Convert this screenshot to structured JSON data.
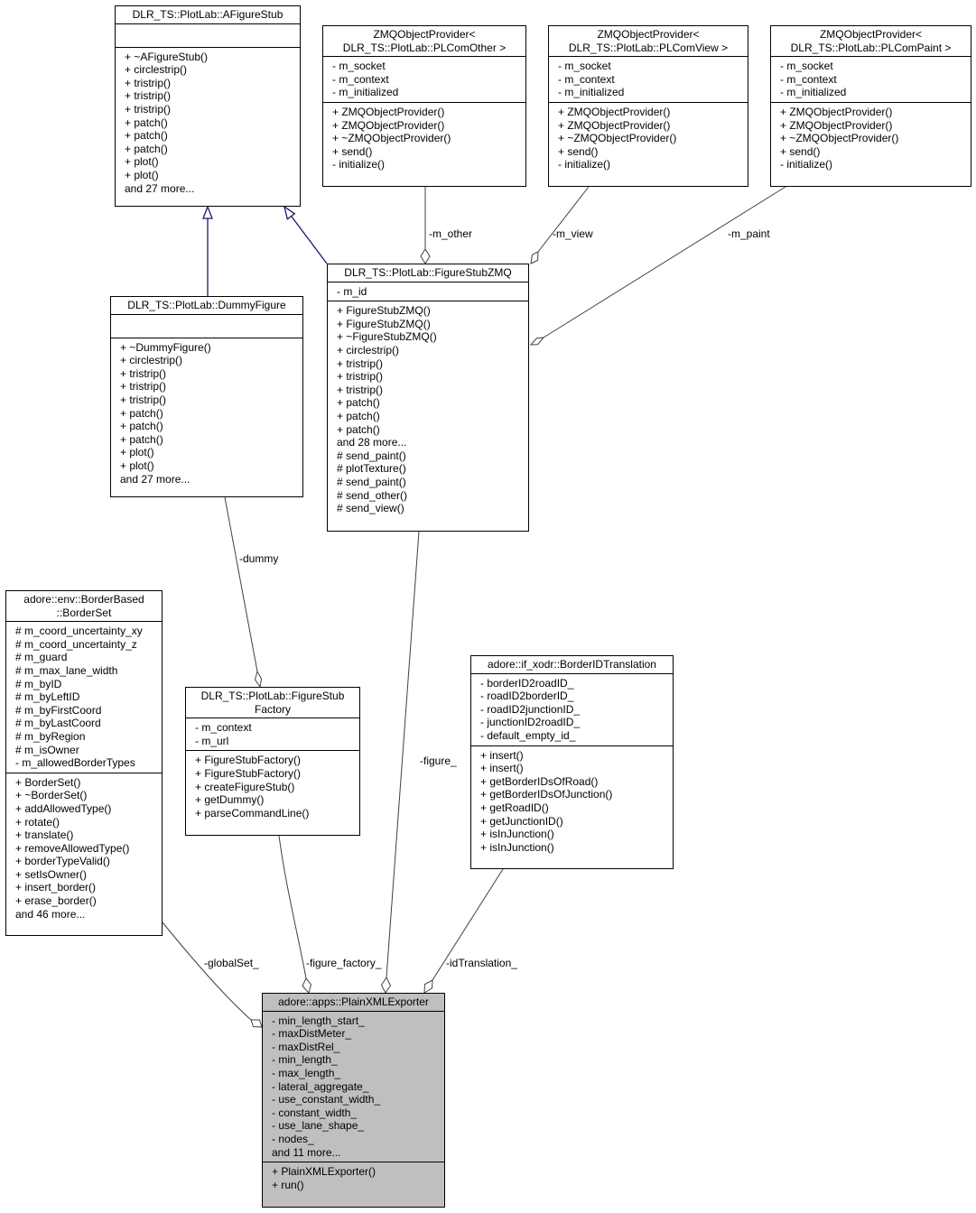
{
  "classes": {
    "afigurestub": {
      "title": [
        "DLR_TS::PlotLab::AFigureStub"
      ],
      "attrs": [],
      "methods": [
        "+ ~AFigureStub()",
        "+ circlestrip()",
        "+ tristrip()",
        "+ tristrip()",
        "+ tristrip()",
        "+ patch()",
        "+ patch()",
        "+ patch()",
        "+ plot()",
        "+ plot()",
        "and 27 more..."
      ]
    },
    "zmq_other": {
      "title": [
        "ZMQObjectProvider<",
        "DLR_TS::PlotLab::PLComOther >"
      ],
      "attrs": [
        "- m_socket",
        "- m_context",
        "- m_initialized"
      ],
      "methods": [
        "+ ZMQObjectProvider()",
        "+ ZMQObjectProvider()",
        "+ ~ZMQObjectProvider()",
        "+ send()",
        "- initialize()"
      ]
    },
    "zmq_view": {
      "title": [
        "ZMQObjectProvider<",
        "DLR_TS::PlotLab::PLComView >"
      ],
      "attrs": [
        "- m_socket",
        "- m_context",
        "- m_initialized"
      ],
      "methods": [
        "+ ZMQObjectProvider()",
        "+ ZMQObjectProvider()",
        "+ ~ZMQObjectProvider()",
        "+ send()",
        "- initialize()"
      ]
    },
    "zmq_paint": {
      "title": [
        "ZMQObjectProvider<",
        "DLR_TS::PlotLab::PLComPaint >"
      ],
      "attrs": [
        "- m_socket",
        "- m_context",
        "- m_initialized"
      ],
      "methods": [
        "+ ZMQObjectProvider()",
        "+ ZMQObjectProvider()",
        "+ ~ZMQObjectProvider()",
        "+ send()",
        "- initialize()"
      ]
    },
    "figurestubzmq": {
      "title": [
        "DLR_TS::PlotLab::FigureStubZMQ"
      ],
      "attrs": [
        "- m_id"
      ],
      "methods": [
        "+ FigureStubZMQ()",
        "+ FigureStubZMQ()",
        "+ ~FigureStubZMQ()",
        "+ circlestrip()",
        "+ tristrip()",
        "+ tristrip()",
        "+ tristrip()",
        "+ patch()",
        "+ patch()",
        "+ patch()",
        "and 28 more...",
        "# send_paint()",
        "# plotTexture()",
        "# send_paint()",
        "# send_other()",
        "# send_view()"
      ]
    },
    "dummyfigure": {
      "title": [
        "DLR_TS::PlotLab::DummyFigure"
      ],
      "attrs": [],
      "methods": [
        "+ ~DummyFigure()",
        "+ circlestrip()",
        "+ tristrip()",
        "+ tristrip()",
        "+ tristrip()",
        "+ patch()",
        "+ patch()",
        "+ patch()",
        "+ plot()",
        "+ plot()",
        "and 27 more..."
      ]
    },
    "borderset": {
      "title": [
        "adore::env::BorderBased",
        "::BorderSet"
      ],
      "attrs": [
        "# m_coord_uncertainty_xy",
        "# m_coord_uncertainty_z",
        "# m_guard",
        "# m_max_lane_width",
        "# m_byID",
        "# m_byLeftID",
        "# m_byFirstCoord",
        "# m_byLastCoord",
        "# m_byRegion",
        "# m_isOwner",
        "- m_allowedBorderTypes"
      ],
      "methods": [
        "+ BorderSet()",
        "+ ~BorderSet()",
        "+ addAllowedType()",
        "+ rotate()",
        "+ translate()",
        "+ removeAllowedType()",
        "+ borderTypeValid()",
        "+ setIsOwner()",
        "+ insert_border()",
        "+ erase_border()",
        "and 46 more..."
      ]
    },
    "figurestubfactory": {
      "title": [
        "DLR_TS::PlotLab::FigureStub",
        "Factory"
      ],
      "attrs": [
        "- m_context",
        "- m_url"
      ],
      "methods": [
        "+ FigureStubFactory()",
        "+ FigureStubFactory()",
        "+ createFigureStub()",
        "+ getDummy()",
        "+ parseCommandLine()"
      ]
    },
    "borderidtranslation": {
      "title": [
        "adore::if_xodr::BorderIDTranslation"
      ],
      "attrs": [
        "- borderID2roadID_",
        "- roadID2borderID_",
        "- roadID2junctionID_",
        "- junctionID2roadID_",
        "- default_empty_id_"
      ],
      "methods": [
        "+ insert()",
        "+ insert()",
        "+ getBorderIDsOfRoad()",
        "+ getBorderIDsOfJunction()",
        "+ getRoadID()",
        "+ getJunctionID()",
        "+ isInJunction()",
        "+ isInJunction()"
      ]
    },
    "plainxmlexporter": {
      "title": [
        "adore::apps::PlainXMLExporter"
      ],
      "attrs": [
        "- min_length_start_",
        "- maxDistMeter_",
        "- maxDistRel_",
        "- min_length_",
        "- max_length_",
        "- lateral_aggregate_",
        "- use_constant_width_",
        "- constant_width_",
        "- use_lane_shape_",
        "- nodes_",
        "and 11 more..."
      ],
      "methods": [
        "+ PlainXMLExporter()",
        "+ run()"
      ]
    }
  },
  "edge_labels": {
    "m_other": "-m_other",
    "m_view": "-m_view",
    "m_paint": "-m_paint",
    "dummy": "-dummy",
    "figure": "-figure_",
    "globalset": "-globalSet_",
    "figure_factory": "-figure_factory_",
    "idtranslation": "-idTranslation_"
  },
  "colors": {
    "inheritance": "#191970",
    "association": "#404040",
    "focus_fill": "#bfbfbf"
  }
}
